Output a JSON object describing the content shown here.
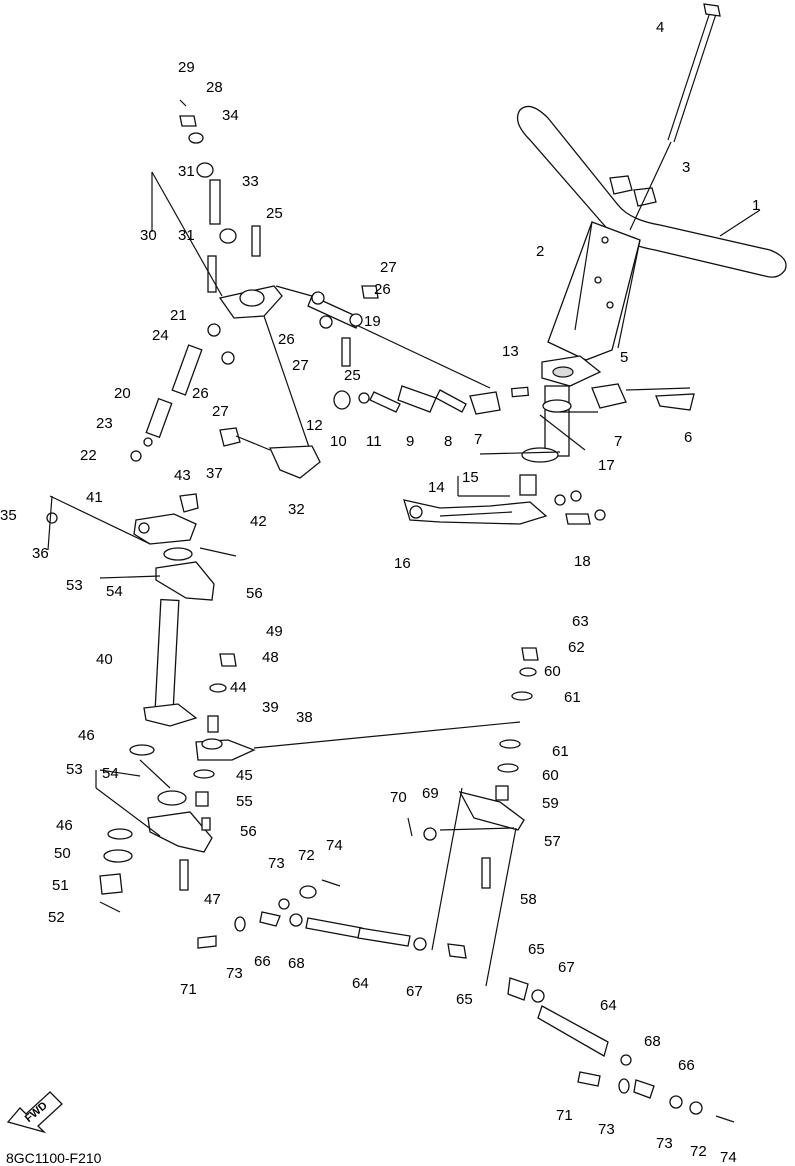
{
  "diagram": {
    "code": "8GC1100-F210",
    "fwd_label": "FWD",
    "labels": [
      "1",
      "2",
      "3",
      "4",
      "5",
      "6",
      "7",
      "7",
      "8",
      "9",
      "10",
      "11",
      "12",
      "13",
      "14",
      "15",
      "16",
      "17",
      "18",
      "19",
      "20",
      "21",
      "22",
      "23",
      "24",
      "25",
      "25",
      "26",
      "26",
      "26",
      "27",
      "27",
      "27",
      "28",
      "29",
      "30",
      "31",
      "31",
      "32",
      "33",
      "34",
      "35",
      "36",
      "37",
      "38",
      "39",
      "40",
      "41",
      "42",
      "43",
      "44",
      "45",
      "46",
      "46",
      "47",
      "48",
      "49",
      "50",
      "51",
      "52",
      "53",
      "53",
      "54",
      "54",
      "55",
      "56",
      "56",
      "57",
      "58",
      "59",
      "60",
      "60",
      "61",
      "61",
      "62",
      "63",
      "64",
      "64",
      "65",
      "65",
      "66",
      "66",
      "67",
      "67",
      "68",
      "68",
      "69",
      "70",
      "71",
      "71",
      "72",
      "72",
      "73",
      "73",
      "73",
      "73",
      "74",
      "74"
    ]
  }
}
